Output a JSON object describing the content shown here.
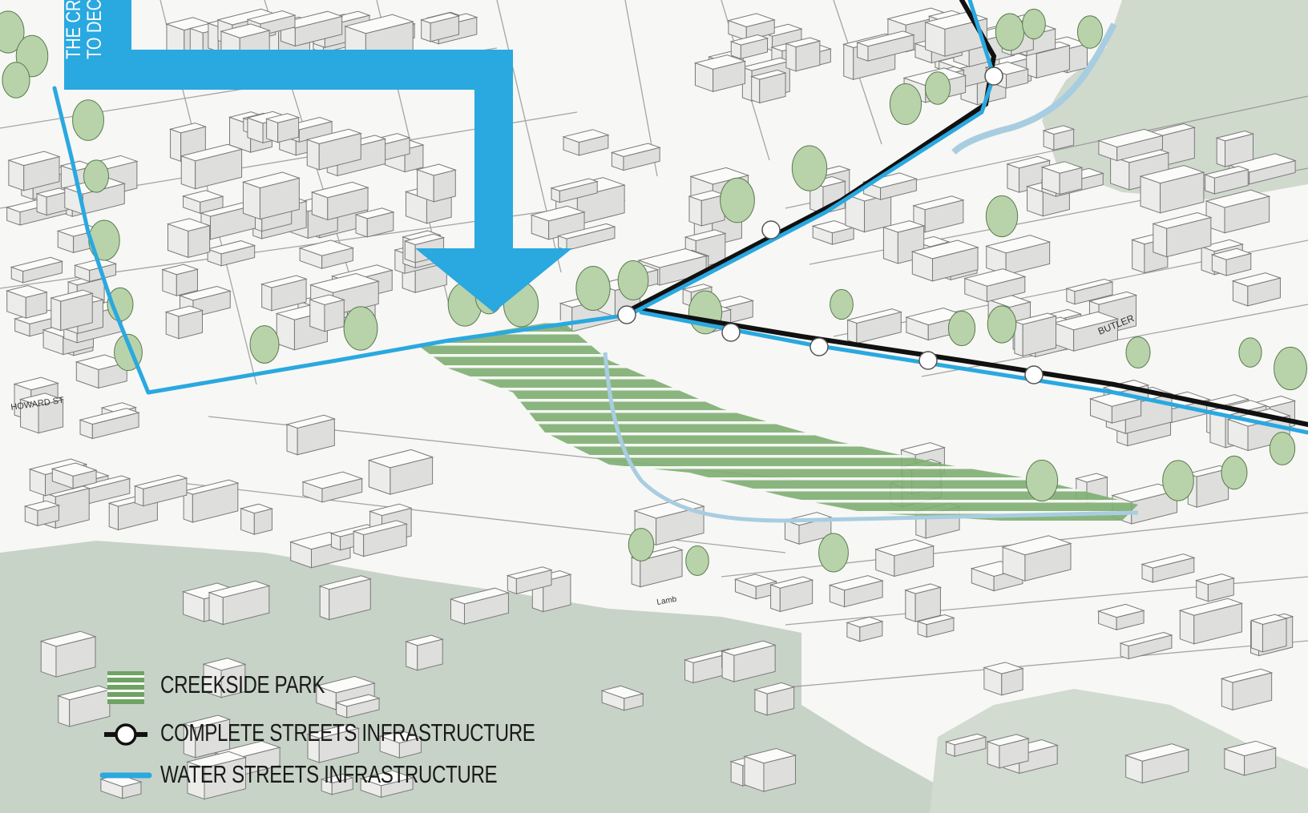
{
  "callout": {
    "text_line1": "THE CR",
    "text_line2": "TO DEC",
    "color": "#2aa8e0"
  },
  "legend": {
    "items": [
      {
        "label": "CREEKSIDE PARK",
        "symbol": "green-stripes-icon",
        "color": "#5f9a55"
      },
      {
        "label": "COMPLETE STREETS INFRASTRUCTURE",
        "symbol": "line-with-node-icon",
        "color": "#111111"
      },
      {
        "label": "WATER STREETS INFRASTRUCTURE",
        "symbol": "blue-line-icon",
        "color": "#2aa8e0"
      }
    ]
  },
  "street_labels": {
    "left": "HOWARD ST",
    "butler": "BUTLER",
    "bottom": "Lamb"
  },
  "colors": {
    "water": "#c9d4c9",
    "park": "#8fb884",
    "complete_streets": "#111111",
    "water_streets": "#2aa8e0"
  }
}
